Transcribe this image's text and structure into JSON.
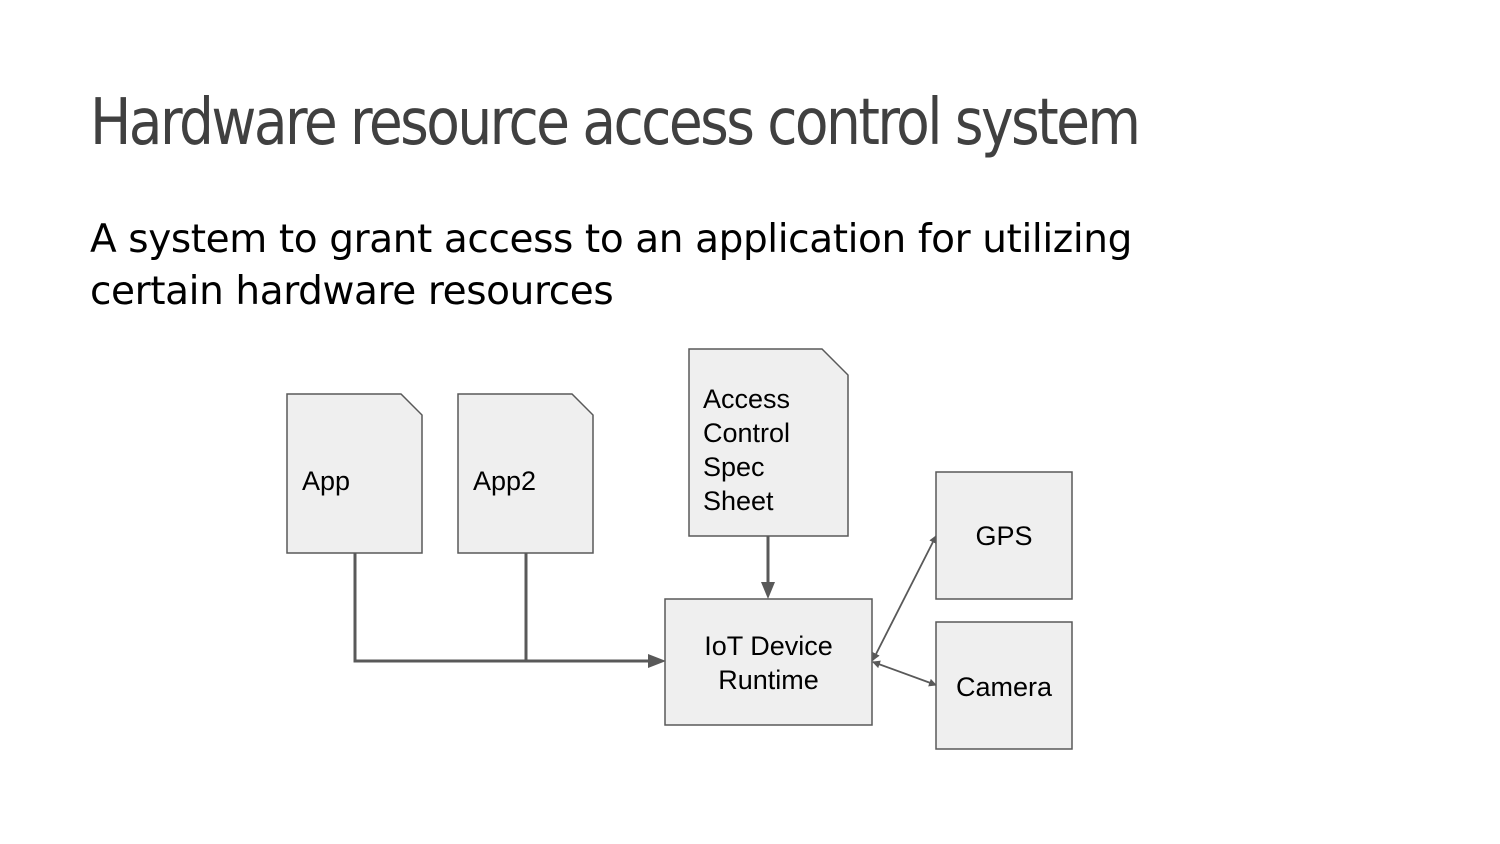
{
  "slide": {
    "title": "Hardware resource access control system",
    "subtitle_line1": "A system to grant access to an application for utilizing",
    "subtitle_line2": "certain hardware resources"
  },
  "diagram": {
    "nodes": {
      "app": {
        "label": "App"
      },
      "app2": {
        "label": "App2"
      },
      "spec": {
        "lines": [
          "Access",
          "Control",
          "Spec",
          "Sheet"
        ]
      },
      "runtime": {
        "lines": [
          "IoT Device",
          "Runtime"
        ]
      },
      "gps": {
        "label": "GPS"
      },
      "camera": {
        "label": "Camera"
      }
    },
    "colors": {
      "box_fill": "#efefef",
      "box_stroke": "#595959",
      "arrow": "#595959"
    }
  }
}
